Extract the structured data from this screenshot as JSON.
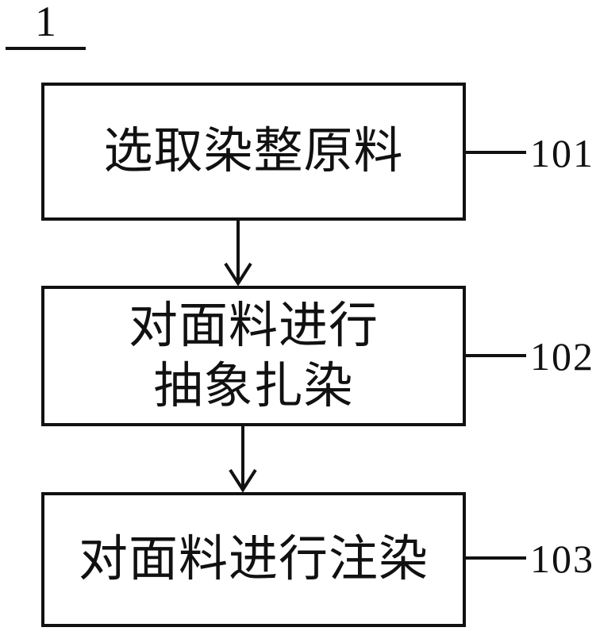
{
  "figure": {
    "number": "1",
    "background": "#ffffff",
    "line_color": "#111111"
  },
  "flowchart": {
    "steps": [
      {
        "label": "选取染整原料",
        "ref": "101"
      },
      {
        "label_line1": "对面料进行",
        "label_line2": "抽象扎染",
        "ref": "102"
      },
      {
        "label": "对面料进行注染",
        "ref": "103"
      }
    ]
  }
}
